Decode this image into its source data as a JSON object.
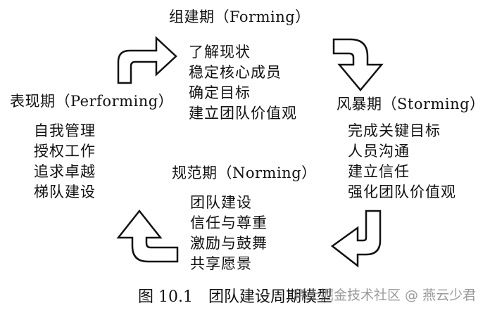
{
  "stages": {
    "forming": {
      "title": "组建期（Forming）",
      "items": [
        "了解现状",
        "稳定核心成员",
        "确定目标",
        "建立团队价值观"
      ]
    },
    "storming": {
      "title": "风暴期（Storming）",
      "items": [
        "完成关键目标",
        "人员沟通",
        "建立信任",
        "强化团队价值观"
      ]
    },
    "norming": {
      "title": "规范期（Norming）",
      "items": [
        "团队建设",
        "信任与尊重",
        "激励与鼓舞",
        "共享愿景"
      ]
    },
    "performing": {
      "title": "表现期（Performing）",
      "items": [
        "自我管理",
        "授权工作",
        "追求卓越",
        "梯队建设"
      ]
    }
  },
  "caption": {
    "figure_number": "图 10.1",
    "text": "团队建设周期模型"
  },
  "watermark": "稀土掘金技术社区 @ 燕云少君",
  "arrow_icons": [
    "arrow-performing-to-forming-icon",
    "arrow-forming-to-storming-icon",
    "arrow-storming-to-norming-icon",
    "arrow-norming-to-performing-icon"
  ]
}
